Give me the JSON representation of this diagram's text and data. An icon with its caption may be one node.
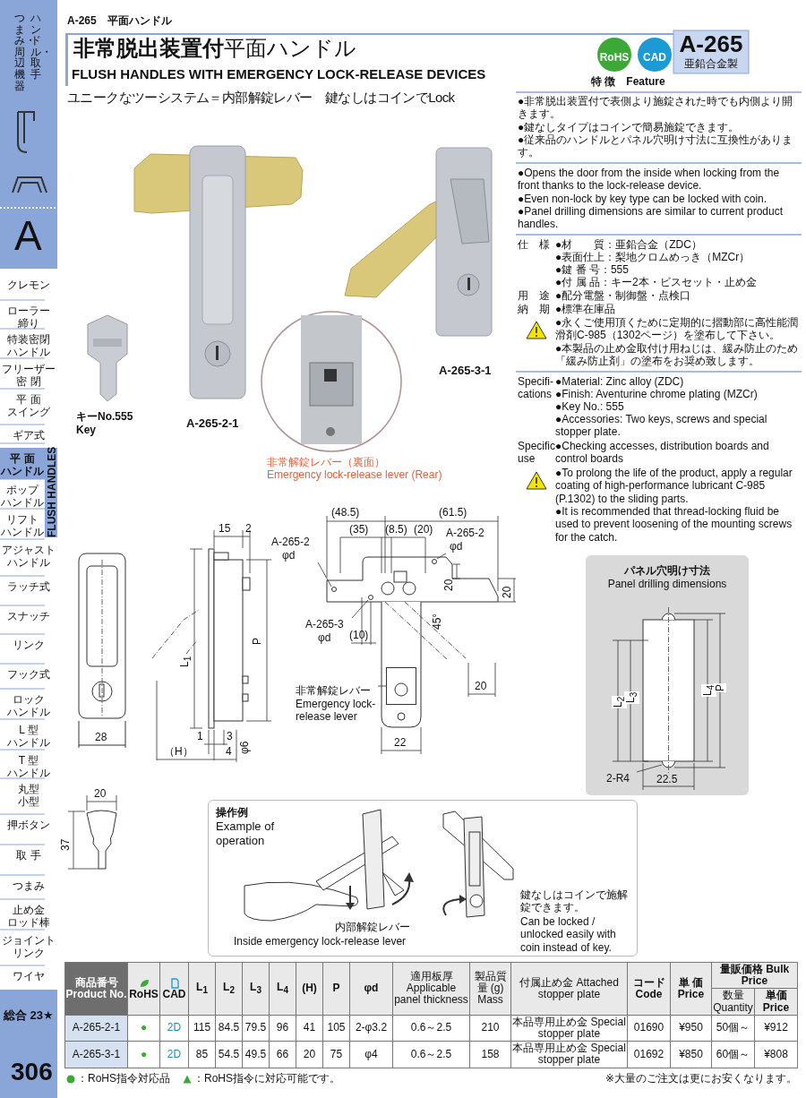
{
  "diagram": {
    "title": "**非常脱出装置付**平面ハンドル",
    "nodes": [
      {
        "text": [
          "操作例",
          "Example of operation",
          "内部解錠レバー",
          "Inside emergency lock-release lever",
          "鍵なしはコインで施解錠できます。",
          "Can be locked / unlocked easily with coin instead of key."
        ]
      },
      {
        "text": [
          "パネル穴明け寸法",
          "Panel drilling dimensions"
        ]
      },
      {
        "text": [
          "2-R4"
        ],
        "in": 1
      },
      {
        "text": [
          "A-265-2",
          "φd"
        ]
      },
      {
        "text": [
          "A-265-2",
          "φd"
        ]
      },
      {
        "text": [
          "A-265-3",
          "φd"
        ]
      },
      {
        "text": [
          "非常解錠レバー",
          "Emergency lock-release lever"
        ]
      },
      {
        "text": [],
        "shape": "circle"
      },
      {
        "text": [],
        "shape": "circle"
      },
      {
        "text": [],
        "shape": "circle"
      },
      {
        "text": [],
        "shape": "box"
      }
    ],
    "edges": [
      {
        "from": 2,
        "to": null,
        "arrow": "none"
      },
      {
        "from": 3,
        "to": 7,
        "arrow": "none"
      },
      {
        "from": 4,
        "to": 9,
        "arrow": "none"
      },
      {
        "from": 5,
        "to": 8,
        "arrow": "none"
      },
      {
        "from": 6,
        "to": 10,
        "arrow": "none"
      }
    ],
    "labels": [
      "つまみ・周辺機器",
      "ハンドル・取手",
      "A",
      "クレモン",
      "ローラー",
      "締り",
      "特装密閉",
      "ハンドル",
      "フリーザー",
      "密 閉",
      "平 面",
      "スイング",
      "ギア式",
      "平 面",
      "ハンドル",
      "FLUSH HANDLES",
      "ポップ",
      "ハンドル",
      "リフト",
      "ハンドル",
      "アジャスト",
      "ハンドル",
      "ラッチ式",
      "スナッチ",
      "リンク",
      "フック式",
      "ロック",
      "ハンドル",
      "L 型",
      "ハンドル",
      "T 型",
      "ハンドル",
      "丸型",
      "小型",
      "押ボタン",
      "取 手",
      "つまみ",
      "止め金",
      "ロッド棒",
      "ジョイント",
      "リンク",
      "ワイヤ",
      "総合 23★",
      "306",
      "A-265　平面ハンドル",
      "FLUSH HANDLES WITH EMERGENCY LOCK-RELEASE DEVICES",
      "RoHS",
      "CAD",
      "A-265",
      "亜鉛合金製",
      "特 徴　Feature",
      "ユニークなツーシステム＝内部解錠レバー　鍵なしはコインでLock",
      "●非常脱出装置付で表側より施錠された時でも内側より開きます。",
      "●鍵なしタイプはコインで簡易施錠できます。",
      "●従来品のハンドルとパネル穴明け寸法に互換性があります。",
      "●Opens the door from the inside when locking from the front thanks to the lock-release device.",
      "●Even non-lock by key type can be locked with coin.",
      "●Panel drilling dimensions are similar to current product handles.",
      "仕　様",
      "●材　　質：亜鉛合金（ZDC）",
      "●表面仕上：梨地クロムめっき（MZCr）",
      "●鍵 番 号：555",
      "●付 属 品：キー2本・ビスセット・止め金",
      "用　途",
      "●配分電盤・制御盤・点検口",
      "納　期",
      "●標準在庫品",
      "●永くご使用頂くために定期的に摺動部に高性能潤滑剤C-985（1302ページ）を塗布して下さい。",
      "●本製品の止め金取付け用ねじは、緩み防止のため「緩み防止剤」の塗布をお奨め致します。",
      "Specifi- cations",
      "●Material: Zinc alloy (ZDC)",
      "●Finish: Aventurine chrome plating (MZCr)",
      "●Key No.: 555",
      "●Accessories: Two keys, screws and special stopper plate.",
      "Specific- use",
      "●Checking accesses, distribution boards and control boards",
      "●To prolong the life of the product, apply a regular coating of high-performance lubricant C-985 (P.1302) to the sliding parts.",
      "●It is recommended that thread-locking fluid be used to prevent loosening of the mounting screws for the catch.",
      "キーNo.555",
      "Key",
      "A-265-2-1",
      "A-265-3-1",
      "非常解錠レバー（裏面）",
      "Emergency lock-release lever (Rear)",
      "15",
      "2",
      "L$_{1}$",
      "P",
      "28",
      "1",
      "3",
      "（H）",
      "4",
      "φ6",
      "(48.5)",
      "(61.5)",
      "(35)",
      "(8.5)",
      "(20)",
      "20",
      "20",
      "45°",
      "(10)",
      "20",
      "22",
      "L$_{2}$",
      "L$_{3}$",
      "L$_{4}$",
      "P",
      "22.5",
      "20",
      "37",
      "商品番号 Product No.",
      "RoHS",
      "CAD",
      "L$_{1}$",
      "L$_{2}$",
      "L$_{3}$",
      "L$_{4}$",
      "(H)",
      "P",
      "φd",
      "適用板厚 Applicable panel thickness",
      "製品質量 (g) Mass",
      "付属止め金 Attached stopper plate",
      "コード Code",
      "単 価 Price",
      "量販価格 Bulk Price",
      "数量 Quantity",
      "単価 Price",
      "A-265-2-1",
      "●",
      "2D",
      "115",
      "84.5",
      "79.5",
      "96",
      "41",
      "105",
      "2-φ3.2",
      "0.6～2.5",
      "210",
      "本品専用止め金 Special stopper plate",
      "01690",
      "¥950",
      "50個～",
      "¥912",
      "A-265-3-1",
      "●",
      "2D",
      "85",
      "54.5",
      "49.5",
      "66",
      "20",
      "75",
      "φ4",
      "0.6～2.5",
      "158",
      "本品専用止め金 Special stopper plate",
      "01692",
      "¥850",
      "60個～",
      "¥808",
      "※大量のご注文は更にお安くなります。"
    ],
    "legend": [
      {
        "text": "：RoHS指令対応品",
        "color": "#3aa935"
      },
      {
        "text": "：RoHS指令に対応可能です。"
      }
    ]
  }
}
